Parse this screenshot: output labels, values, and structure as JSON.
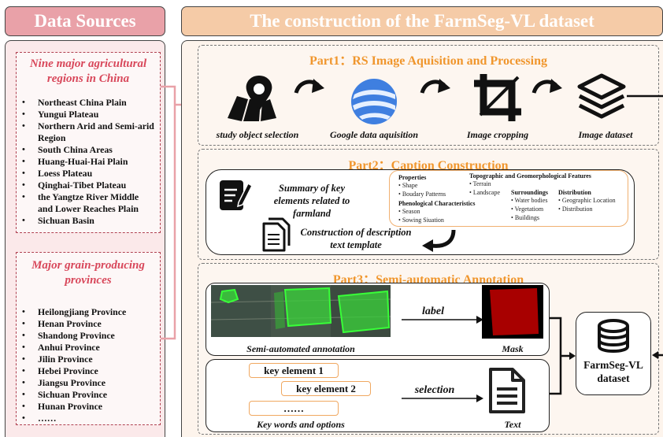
{
  "left": {
    "header": "Data Sources",
    "regions": {
      "title": "Nine major agricultural regions in China",
      "items": [
        "Northeast China Plain",
        "Yungui Plateau",
        "Northern Arid and Semi-arid Region",
        "South China Areas",
        "Huang-Huai-Hai Plain",
        "Loess Plateau",
        "Qinghai-Tibet Plateau",
        "the Yangtze River Middle and Lower Reaches Plain",
        "Sichuan Basin"
      ]
    },
    "provinces": {
      "title": "Major grain-producing provinces",
      "items": [
        "Heilongjiang Province",
        "Henan Province",
        "Shandong Province",
        "Anhui Province",
        "Jilin Province",
        "Hebei Province",
        "Jiangsu Province",
        "Sichuan Province",
        "Hunan Province",
        "……"
      ]
    }
  },
  "right": {
    "header": "The construction of the FarmSeg-VL dataset",
    "part1": {
      "title": "Part1：RS Image Aquisition and Processing",
      "steps": [
        "study object selection",
        "Google data aquisition",
        "Image cropping",
        "Image dataset"
      ]
    },
    "part2": {
      "title": "Part2：Caption Construction",
      "summary": "Summary of key elements related to farmland",
      "template": "Construction of description text template",
      "properties": {
        "title": "Properties",
        "items": [
          "Shape",
          "Boudary Patterns"
        ]
      },
      "topographic": {
        "title": "Topographic and Geomorphological Features",
        "items": [
          "Terrain",
          "Landscape"
        ]
      },
      "phenological": {
        "title": "Phenological Characteristics",
        "items": [
          "Season",
          "Sowing Siuation"
        ]
      },
      "surroundings": {
        "title": "Surroundings",
        "items": [
          "Water bodies",
          "Vegetatiom",
          "Buildings"
        ]
      },
      "distribution": {
        "title": "Distribution",
        "items": [
          "Geographic Location",
          "Distribution"
        ]
      }
    },
    "part3": {
      "title": "Part3：Semi-automatic Annotation",
      "label_text": "label",
      "semi_caption": "Semi-automated annotation",
      "mask_caption": "Mask",
      "key1": "key element 1",
      "key2": "key element 2",
      "dots": "……",
      "selection_text": "selection",
      "keywords_caption": "Key words and options",
      "text_caption": "Text"
    },
    "dataset": "FarmSeg-VL dataset"
  },
  "colors": {
    "pink_header": "#e9a1a8",
    "peach_header": "#f5cba7",
    "orange_title": "#f0962d",
    "pink_title": "#d8475a",
    "google_blue": "#3f7fe0",
    "mask_red": "#a80000"
  }
}
